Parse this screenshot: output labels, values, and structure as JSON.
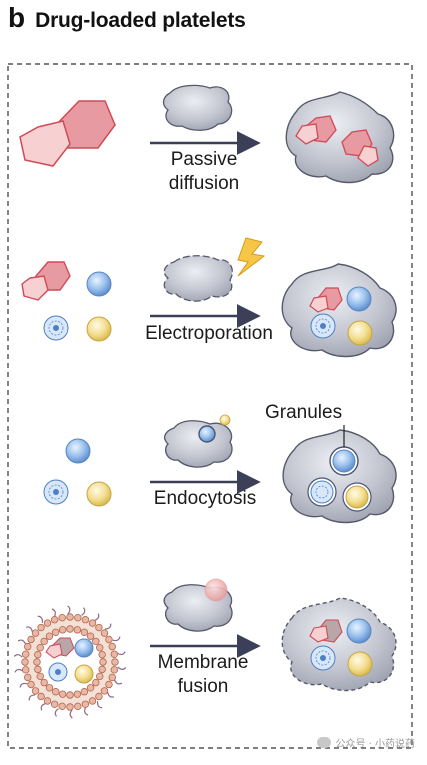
{
  "panel": {
    "letter": "b",
    "title": "Drug-loaded platelets"
  },
  "steps": [
    {
      "label_lines": [
        "Passive",
        "diffusion"
      ]
    },
    {
      "label_lines": [
        "Electroporation"
      ]
    },
    {
      "label_lines": [
        "Endocytosis"
      ]
    },
    {
      "label_lines": [
        "Membrane",
        "fusion"
      ]
    }
  ],
  "granules_label": "Granules",
  "watermark": "公众号 · 小药说药",
  "colors": {
    "platelet_fill": "#bfc2cc",
    "platelet_stroke": "#55596a",
    "hexagon_fill": "#e8a0a6",
    "pentagon_fill": "#f6cfd0",
    "drug_stroke": "#cf4a56",
    "blue_bead": "#8fb8e8",
    "yellow_bead": "#f2dc8a",
    "arrow": "#3b3f57",
    "border": "#333333"
  },
  "icons": [
    "lightning-bolt-icon",
    "wechat-icon"
  ]
}
